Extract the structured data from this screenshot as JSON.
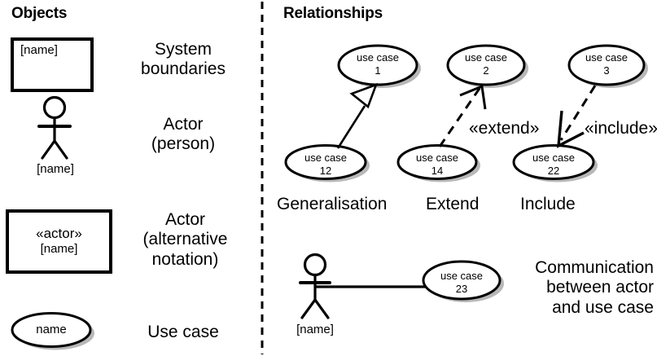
{
  "panels": {
    "left": {
      "heading": "Objects",
      "rows": [
        {
          "symbol": "system-boundary-box",
          "inner_label": "[name]",
          "description_lines": [
            "System",
            "boundaries"
          ]
        },
        {
          "symbol": "actor-stick-figure",
          "inner_label": "[name]",
          "description_lines": [
            "Actor",
            "(person)"
          ]
        },
        {
          "symbol": "actor-box-notation",
          "inner_label_lines": [
            "«actor»",
            "[name]"
          ],
          "description_lines": [
            "Actor",
            "(alternative",
            "notation)"
          ]
        },
        {
          "symbol": "use-case-ellipse",
          "inner_label": "name",
          "description_lines": [
            "Use case"
          ]
        }
      ]
    },
    "right": {
      "heading": "Relationships",
      "relationships": [
        {
          "name": "generalisation",
          "label": "Generalisation",
          "target_ellipse": {
            "line1": "use case",
            "line2": "1"
          },
          "source_ellipse": {
            "line1": "use case",
            "line2": "12"
          },
          "arrow_style": "solid-line-hollow-triangle",
          "stereotype": ""
        },
        {
          "name": "extend",
          "label": "Extend",
          "target_ellipse": {
            "line1": "use case",
            "line2": "2"
          },
          "source_ellipse": {
            "line1": "use case",
            "line2": "14"
          },
          "arrow_style": "dashed-line-open-arrow",
          "stereotype": "«extend»"
        },
        {
          "name": "include",
          "label": "Include",
          "target_ellipse": {
            "line1": "use case",
            "line2": "3"
          },
          "source_ellipse": {
            "line1": "use case",
            "line2": "22"
          },
          "arrow_style": "dashed-line-open-arrow",
          "stereotype": "«include»"
        }
      ],
      "communication": {
        "actor_label": "[name]",
        "use_case": {
          "line1": "use case",
          "line2": "23"
        },
        "description_lines": [
          "Communication",
          "between actor",
          "and use case"
        ],
        "link_style": "solid-line"
      }
    }
  },
  "colors": {
    "ink": "#000000",
    "shadow": "#b3b3b3",
    "background": "#ffffff"
  }
}
